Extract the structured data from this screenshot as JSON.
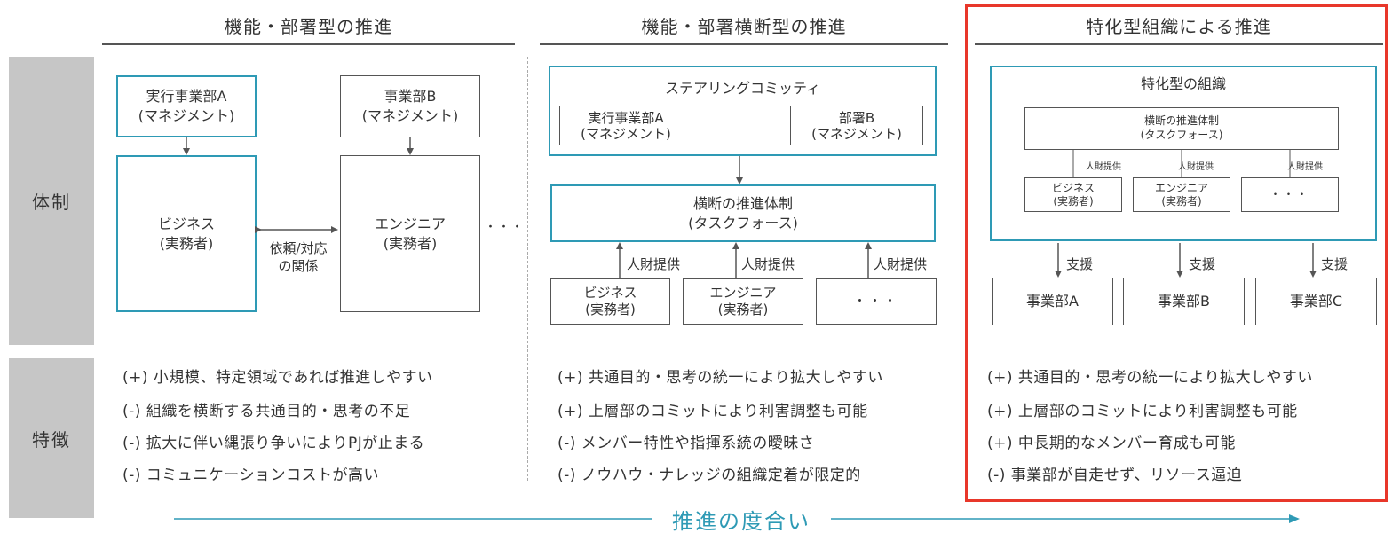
{
  "columns": {
    "functional": {
      "title": "機能・部署型の推進",
      "unit_a": {
        "line1": "実行事業部A",
        "line2": "(マネジメント)"
      },
      "unit_b": {
        "line1": "事業部B",
        "line2": "(マネジメント)"
      },
      "business": {
        "line1": "ビジネス",
        "line2": "(実務者)"
      },
      "engineer": {
        "line1": "エンジニア",
        "line2": "(実務者)"
      },
      "relation": {
        "line1": "依頼/対応",
        "line2": "の関係"
      },
      "ellipsis": "・・・",
      "features": [
        "(+) 小規模、特定領域であれば推進しやすい",
        "(-) 組織を横断する共通目的・思考の不足",
        "(-) 拡大に伴い縄張り争いによりPJが止まる",
        "(-) コミュニケーションコストが高い"
      ]
    },
    "cross": {
      "title": "機能・部署横断型の推進",
      "steering": "ステアリングコミッティ",
      "unit_a": {
        "line1": "実行事業部A",
        "line2": "(マネジメント)"
      },
      "dept_b": {
        "line1": "部署B",
        "line2": "(マネジメント)"
      },
      "taskforce": {
        "line1": "横断の推進体制",
        "line2": "(タスクフォース)"
      },
      "talent_label": "人財提供",
      "business": {
        "line1": "ビジネス",
        "line2": "(実務者)"
      },
      "engineer": {
        "line1": "エンジニア",
        "line2": "(実務者)"
      },
      "ellipsis": "・・・",
      "features": [
        "(+) 共通目的・思考の統一により拡大しやすい",
        "(+) 上層部のコミットにより利害調整も可能",
        "(-) メンバー特性や指揮系統の曖昧さ",
        "(-) ノウハウ・ナレッジの組織定着が限定的"
      ]
    },
    "specialized": {
      "title": "特化型組織による推進",
      "org_title": "特化型の組織",
      "taskforce": {
        "line1": "横断の推進体制",
        "line2": "(タスクフォース)"
      },
      "talent_label": "人財提供",
      "business": {
        "line1": "ビジネス",
        "line2": "(実務者)"
      },
      "engineer": {
        "line1": "エンジニア",
        "line2": "(実務者)"
      },
      "ellipsis": "・・・",
      "support_label": "支援",
      "depts": [
        "事業部A",
        "事業部B",
        "事業部C"
      ],
      "features": [
        "(+) 共通目的・思考の統一により拡大しやすい",
        "(+) 上層部のコミットにより利害調整も可能",
        "(+) 中長期的なメンバー育成も可能",
        "(-) 事業部が自走せず、リソース逼迫"
      ]
    }
  },
  "rows": {
    "structure": "体制",
    "features": "特徴"
  },
  "progress_label": "推進の度合い",
  "colors": {
    "accent": "#2e9ab5",
    "highlight": "#e8372a",
    "side": "#c6c6c6",
    "line": "#555555"
  }
}
